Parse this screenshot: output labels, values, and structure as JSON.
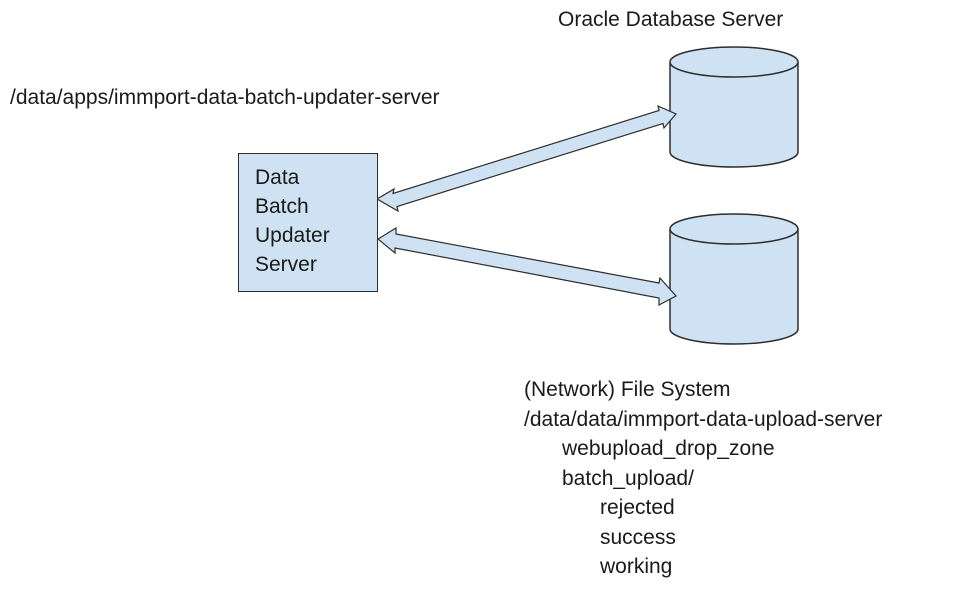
{
  "oracle_server": {
    "label": "Oracle Database Server"
  },
  "updater_path": "/data/apps/immport-data-batch-updater-server",
  "updater_server": {
    "lines": [
      "Data",
      "Batch",
      "Updater",
      "Server"
    ]
  },
  "file_system": {
    "title": "(Network) File System",
    "path": "/data/data/immport-data-upload-server",
    "items": [
      {
        "label": "webupload_drop_zone",
        "level": 1
      },
      {
        "label": "batch_upload/",
        "level": 1
      },
      {
        "label": "rejected",
        "level": 2
      },
      {
        "label": "success",
        "level": 2
      },
      {
        "label": "working",
        "level": 2
      }
    ]
  },
  "colors": {
    "fill": "#cfe2f3",
    "stroke": "#2e2e2e"
  }
}
